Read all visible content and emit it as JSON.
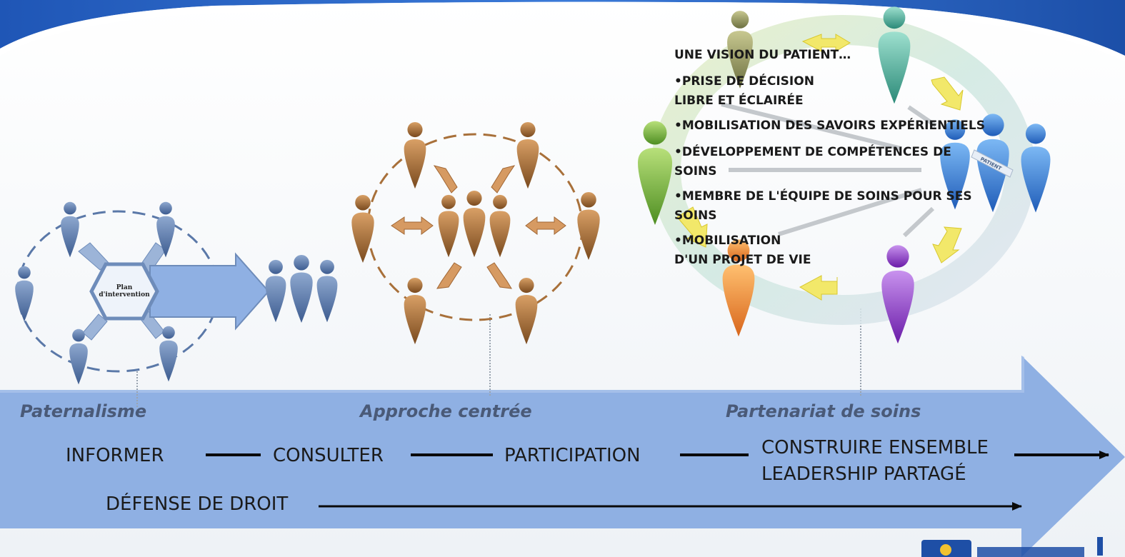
{
  "plan_label_line1": "Plan",
  "plan_label_line2": "d'intervention",
  "eras": [
    {
      "label": "Paternalisme"
    },
    {
      "label": "Approche centrée"
    },
    {
      "label": "Partenariat de soins"
    }
  ],
  "stages": [
    {
      "label": "INFORMER"
    },
    {
      "label": "CONSULTER"
    },
    {
      "label": "PARTICIPATION"
    },
    {
      "label": "CONSTRUIRE ENSEMBLE",
      "label2": "LEADERSHIP PARTAGÉ"
    }
  ],
  "advocacy": {
    "label": "DÉFENSE DE DROIT"
  },
  "patient_vision": {
    "title": "UNE VISION DU PATIENT…",
    "items": [
      {
        "line1": "•PRISE DE DÉCISION",
        "line2": "LIBRE ET ÉCLAIRÉE"
      },
      {
        "line1": "•MOBILISATION DES SAVOIRS EXPÉRIENTIELS"
      },
      {
        "line1": "•DÉVELOPPEMENT DE COMPÉTENCES DE",
        "line2": "SOINS"
      },
      {
        "line1": "•MEMBRE DE L'ÉQUIPE DE SOINS POUR SES",
        "line2": "SOINS"
      },
      {
        "line1": "•MOBILISATION",
        "line2": "D'UN PROJET DE VIE"
      }
    ]
  },
  "patient_badge": "PATIENT",
  "colors": {
    "timeline_arrow": "#8fb0e3",
    "header_blue": "#2a64c4",
    "paternalism_figures": "#5a78a8",
    "centered_figures": "#a8703a",
    "partnership_green": "#78b84a",
    "partnership_teal": "#4aa898",
    "partnership_blue": "#2f78d6",
    "partnership_purple": "#8a3cc4",
    "partnership_orange": "#e8882e"
  }
}
